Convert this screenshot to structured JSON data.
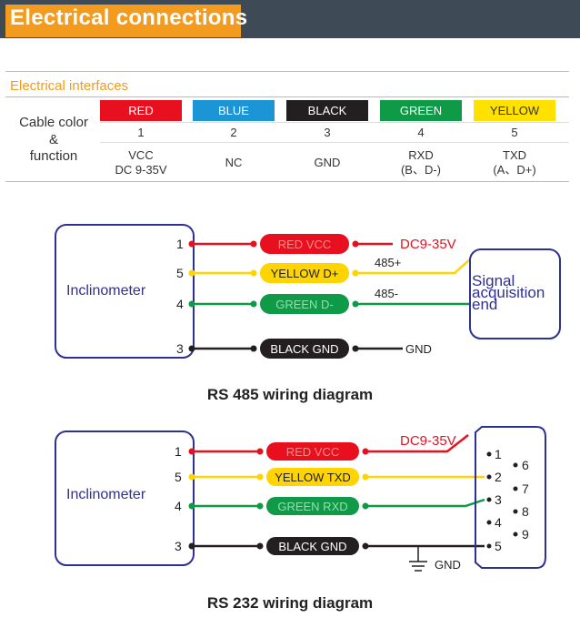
{
  "banner": {
    "title": "Electrical connections"
  },
  "interfaces": {
    "title": "Electrical interfaces",
    "row_header": [
      "Cable color",
      "&",
      "function"
    ],
    "columns": [
      {
        "color_name": "RED",
        "color": "#e8101e",
        "text_color": "#ffffff",
        "num": "1",
        "func": [
          "VCC",
          "DC 9-35V"
        ]
      },
      {
        "color_name": "BLUE",
        "color": "#1b95d6",
        "text_color": "#ffffff",
        "num": "2",
        "func": [
          "NC"
        ]
      },
      {
        "color_name": "BLACK",
        "color": "#231f20",
        "text_color": "#ffffff",
        "num": "3",
        "func": [
          "GND"
        ]
      },
      {
        "color_name": "GREEN",
        "color": "#0e9a47",
        "text_color": "#ffffff",
        "num": "4",
        "func": [
          "RXD",
          "(B、D-)"
        ]
      },
      {
        "color_name": "YELLOW",
        "color": "#ffe100",
        "text_color": "#333333",
        "num": "5",
        "func": [
          "TXD",
          "(A、D+)"
        ]
      }
    ]
  },
  "rs485": {
    "device": "Inclinometer",
    "pins": [
      {
        "pin": "1",
        "label": "RED  VCC",
        "color": "#e8101e",
        "text_color": "#ff8a8a",
        "target": "DC9-35V"
      },
      {
        "pin": "5",
        "label": "YELLOW  D+",
        "color": "#ffd400",
        "text_color": "#222222",
        "target": "485+"
      },
      {
        "pin": "4",
        "label": "GREEN  D-",
        "color": "#0e9a47",
        "text_color": "#8fe0ad",
        "target": "485-"
      },
      {
        "pin": "3",
        "label": "BLACK GND",
        "color": "#231f20",
        "text_color": "#ffffff",
        "target": "GND"
      }
    ],
    "endpoint": [
      "Signal",
      "acquisition",
      "end"
    ],
    "caption": "RS 485 wiring diagram"
  },
  "rs232": {
    "device": "Inclinometer",
    "pins": [
      {
        "pin": "1",
        "label": "RED  VCC",
        "color": "#e8101e",
        "text_color": "#ff8a8a",
        "target": "DC9-35V"
      },
      {
        "pin": "5",
        "label": "YELLOW  TXD",
        "color": "#ffd400",
        "text_color": "#222222"
      },
      {
        "pin": "4",
        "label": "GREEN RXD",
        "color": "#0e9a47",
        "text_color": "#8fe0ad"
      },
      {
        "pin": "3",
        "label": "BLACK  GND",
        "color": "#231f20",
        "text_color": "#ffffff"
      }
    ],
    "db9_pins": [
      "1",
      "2",
      "3",
      "4",
      "5",
      "6",
      "7",
      "8",
      "9"
    ],
    "gnd_label": "GND",
    "caption": "RS 232 wiring diagram"
  }
}
